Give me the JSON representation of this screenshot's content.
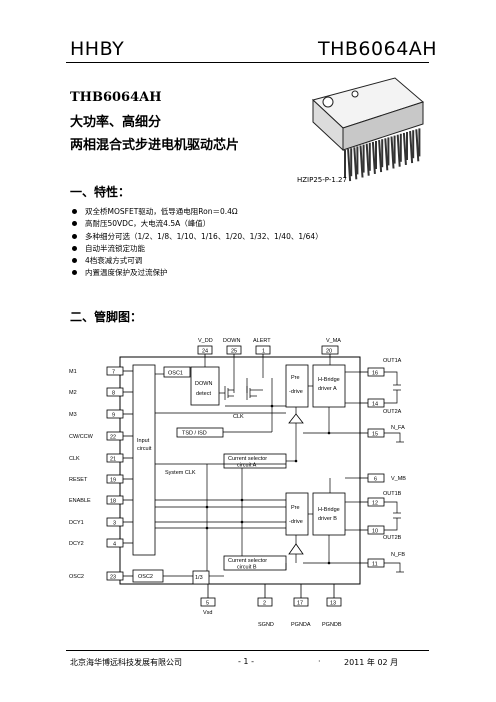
{
  "header": {
    "left": "HHBY",
    "right": "THB6064AH"
  },
  "doc": {
    "model": "THB6064AH",
    "subtitle1": "大功率、高细分",
    "subtitle2": "两相混合式步进电机驱动芯片"
  },
  "package": {
    "label": "HZIP25-P-1.27"
  },
  "features": {
    "heading": "一、特性：",
    "items": [
      "双全桥MOSFET驱动，低导通电阻Ron＝0.4Ω",
      "高耐压50VDC，大电流4.5A（峰值）",
      "多种细分可选（1/2、1/8、1/10、1/16、1/20、1/32、1/40、1/64）",
      "自动半流锁定功能",
      "4档衰减方式可调",
      "内置温度保护及过流保护"
    ]
  },
  "pinout": {
    "heading": "二、管脚图：",
    "top_pins": [
      {
        "name": "V_DD",
        "num": "24"
      },
      {
        "name": "DOWN",
        "num": "25"
      },
      {
        "name": "ALERT",
        "num": "1"
      },
      {
        "name": "V_MA",
        "num": "20"
      }
    ],
    "left_pins": [
      {
        "name": "M1",
        "num": "7"
      },
      {
        "name": "M2",
        "num": "8"
      },
      {
        "name": "M3",
        "num": "9"
      },
      {
        "name": "CW/CCW",
        "num": "22"
      },
      {
        "name": "CLK",
        "num": "21"
      },
      {
        "name": "RESET",
        "num": "19"
      },
      {
        "name": "ENABLE",
        "num": "18"
      },
      {
        "name": "DCY1",
        "num": "3"
      },
      {
        "name": "DCY2",
        "num": "4"
      },
      {
        "name": "OSC2",
        "num": "23"
      }
    ],
    "right_pins": [
      {
        "name": "OUT1A",
        "num": "16"
      },
      {
        "name": "OUT2A",
        "num": "14"
      },
      {
        "name": "N_FA",
        "num": "15"
      },
      {
        "name": "V_MB",
        "num": "6"
      },
      {
        "name": "OUT1B",
        "num": "12"
      },
      {
        "name": "OUT2B",
        "num": "10"
      },
      {
        "name": "N_FB",
        "num": "11"
      }
    ],
    "bottom_pins": [
      {
        "name": "Vsd",
        "num": "5"
      },
      {
        "name": "SGND",
        "num": "2"
      },
      {
        "name": "PGNDA",
        "num": "17"
      },
      {
        "name": "PGNDB",
        "num": "13"
      }
    ],
    "blocks": {
      "osc1": "OSC1",
      "osc2": "OSC2",
      "down_detect": [
        "DOWN",
        "detect"
      ],
      "input_circuit": [
        "Input",
        "circuit"
      ],
      "clk": "CLK",
      "tsd_isd": "TSD / ISD",
      "system_clk": "System CLK",
      "pre_drive": [
        "Pre",
        "-drive"
      ],
      "hbridge_a": [
        "H-Bridge",
        "driver A"
      ],
      "hbridge_b": [
        "H-Bridge",
        "driver B"
      ],
      "csel_a": [
        "Current selector",
        "circuit A"
      ],
      "csel_b": [
        "Current selector",
        "circuit B"
      ],
      "div3": "1/3"
    }
  },
  "footer": {
    "company": "北京海华博远科技发展有限公司",
    "page": "- 1 -",
    "mark": "·",
    "date": "2011 年 02 月"
  }
}
